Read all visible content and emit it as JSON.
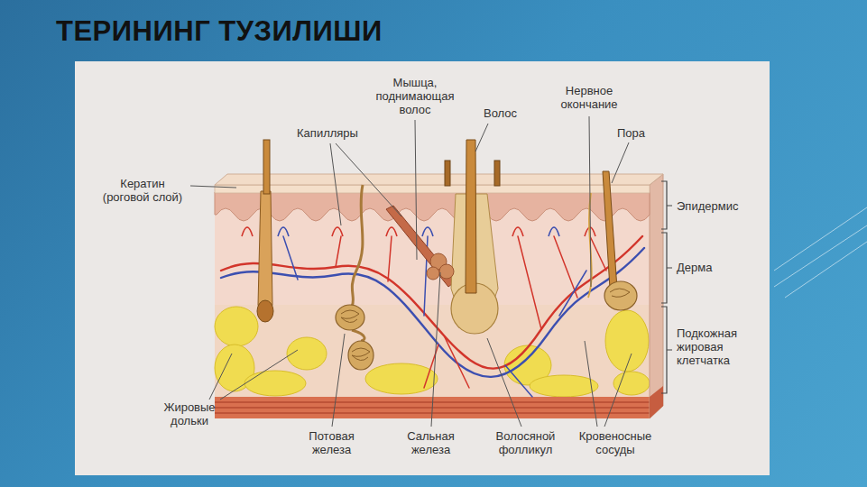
{
  "diagram": {
    "title": "ТЕРИНИНГ ТУЗИЛИШИ",
    "labels": [
      "Кератин (роговой слой)",
      "Капилляры",
      "Мышца, поднимающая волос",
      "Волос",
      "Нервное окончание",
      "Пора",
      "Эпидермис",
      "Дерма",
      "Подкожная жировая клетчатка",
      "Жировые дольки",
      "Потовая железа",
      "Сальная железа",
      "Волосяной фолликул",
      "Кровеносные сосуды"
    ]
  }
}
